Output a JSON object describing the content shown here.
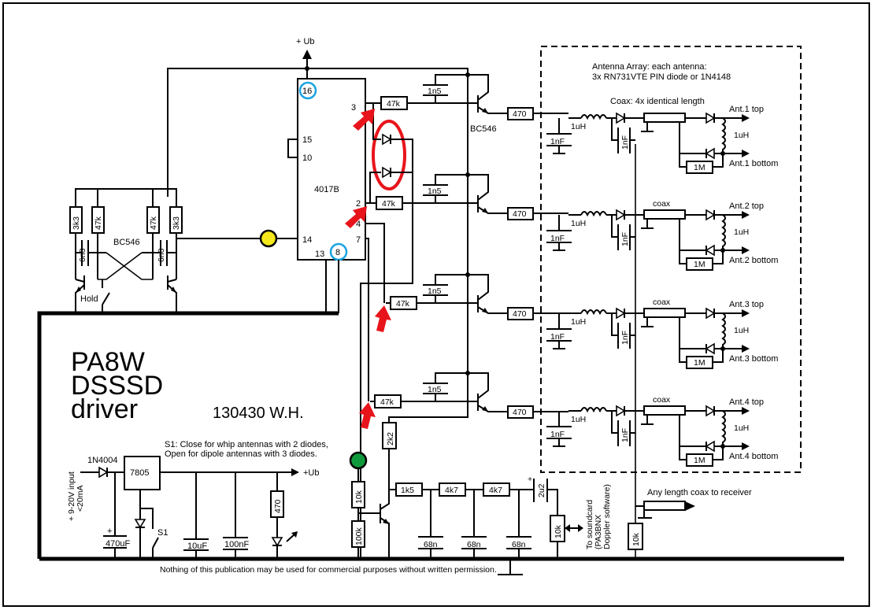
{
  "title": {
    "line1": "PA8W",
    "line2": "DSSSD",
    "line3": "driver",
    "date_author": "130430 W.H."
  },
  "supply": {
    "rail_label": "+ Ub",
    "rail_label_out": "+Ub",
    "input_label_1": "+ 9-20V input",
    "input_label_2": "<20mA",
    "diode": "1N4004",
    "regulator": "7805",
    "cap_in": "470uF",
    "cap_in_plus": "+",
    "cap_1": "10uF",
    "cap_2": "100nF",
    "led_resistor": "470",
    "switch": "S1",
    "s1_note_1": "S1: Close for whip antennas with 2 diodes,",
    "s1_note_2": "Open for dipole antennas with 3 diodes."
  },
  "multivibrator": {
    "r1": "3k3",
    "r2": "47k",
    "r3": "47k",
    "r4": "3k3",
    "c1": "6n8",
    "c2": "6n8",
    "transistor": "BC546",
    "hold_switch": "Hold"
  },
  "counter": {
    "ic": "4017B",
    "pins": {
      "p16": "16",
      "p15": "15",
      "p10": "10",
      "p14": "14",
      "p13": "13",
      "p8": "8",
      "p3": "3",
      "p2": "2",
      "p4": "4",
      "p7": "7"
    }
  },
  "drivers": [
    {
      "base_resistor": "47k",
      "cap": "1n5",
      "transistor": "BC546",
      "emitter_resistor": "470"
    },
    {
      "base_resistor": "47k",
      "cap": "1n5",
      "transistor": "",
      "emitter_resistor": "470"
    },
    {
      "base_resistor": "47k",
      "cap": "1n5",
      "transistor": "",
      "emitter_resistor": "470"
    },
    {
      "base_resistor": "47k",
      "cap": "1n5",
      "transistor": "",
      "emitter_resistor": "470"
    }
  ],
  "antenna_array": {
    "note_1": "Antenna Array: each antenna:",
    "note_2": "3x RN731VTE PIN diode or 1N4148",
    "coax_note": "Coax: 4x identical length",
    "channels": [
      {
        "inductor": "1uH",
        "cap": "1nF",
        "cap2": "1nF",
        "coax": "",
        "top": "Ant.1 top",
        "bottom": "Ant.1 bottom",
        "coil": "1uH",
        "res": "1M"
      },
      {
        "inductor": "1uH",
        "cap": "1nF",
        "cap2": "1nF",
        "coax": "coax",
        "top": "Ant.2 top",
        "bottom": "Ant.2 bottom",
        "coil": "1uH",
        "res": "1M"
      },
      {
        "inductor": "1uH",
        "cap": "1nF",
        "cap2": "1nF",
        "coax": "coax",
        "top": "Ant.3 top",
        "bottom": "Ant.3 bottom",
        "coil": "1uH",
        "res": "1M"
      },
      {
        "inductor": "1uH",
        "cap": "1nF",
        "cap2": "1nF",
        "coax": "coax",
        "top": "Ant.4 top",
        "bottom": "Ant.4 bottom",
        "coil": "1uH",
        "res": "1M"
      }
    ]
  },
  "audio": {
    "r_2k2": "2k2",
    "r_10k": "10k",
    "r_100k": "100k",
    "r_1k5": "1k5",
    "r_4k7a": "4k7",
    "r_4k7b": "4k7",
    "c_68n_a": "68n",
    "c_68n_b": "68n",
    "c_68n_c": "68n",
    "c_2u2": "2u2",
    "c_plus": "+",
    "pot": "10k",
    "soundcard_1": "To soundcard",
    "soundcard_2": "(PA3BNX",
    "soundcard_3": "Doppler software)",
    "rx_res": "10k",
    "rx_note": "Any length coax to receiver"
  },
  "footer": "Nothing of this publication may be used for commercial purposes without written permission.",
  "colors": {
    "highlight_red": "#e8141b",
    "pin_circle_blue": "#1aa3e0",
    "clock_node_yellow": "#f5e81c",
    "audio_node_green": "#0e9a3c"
  }
}
